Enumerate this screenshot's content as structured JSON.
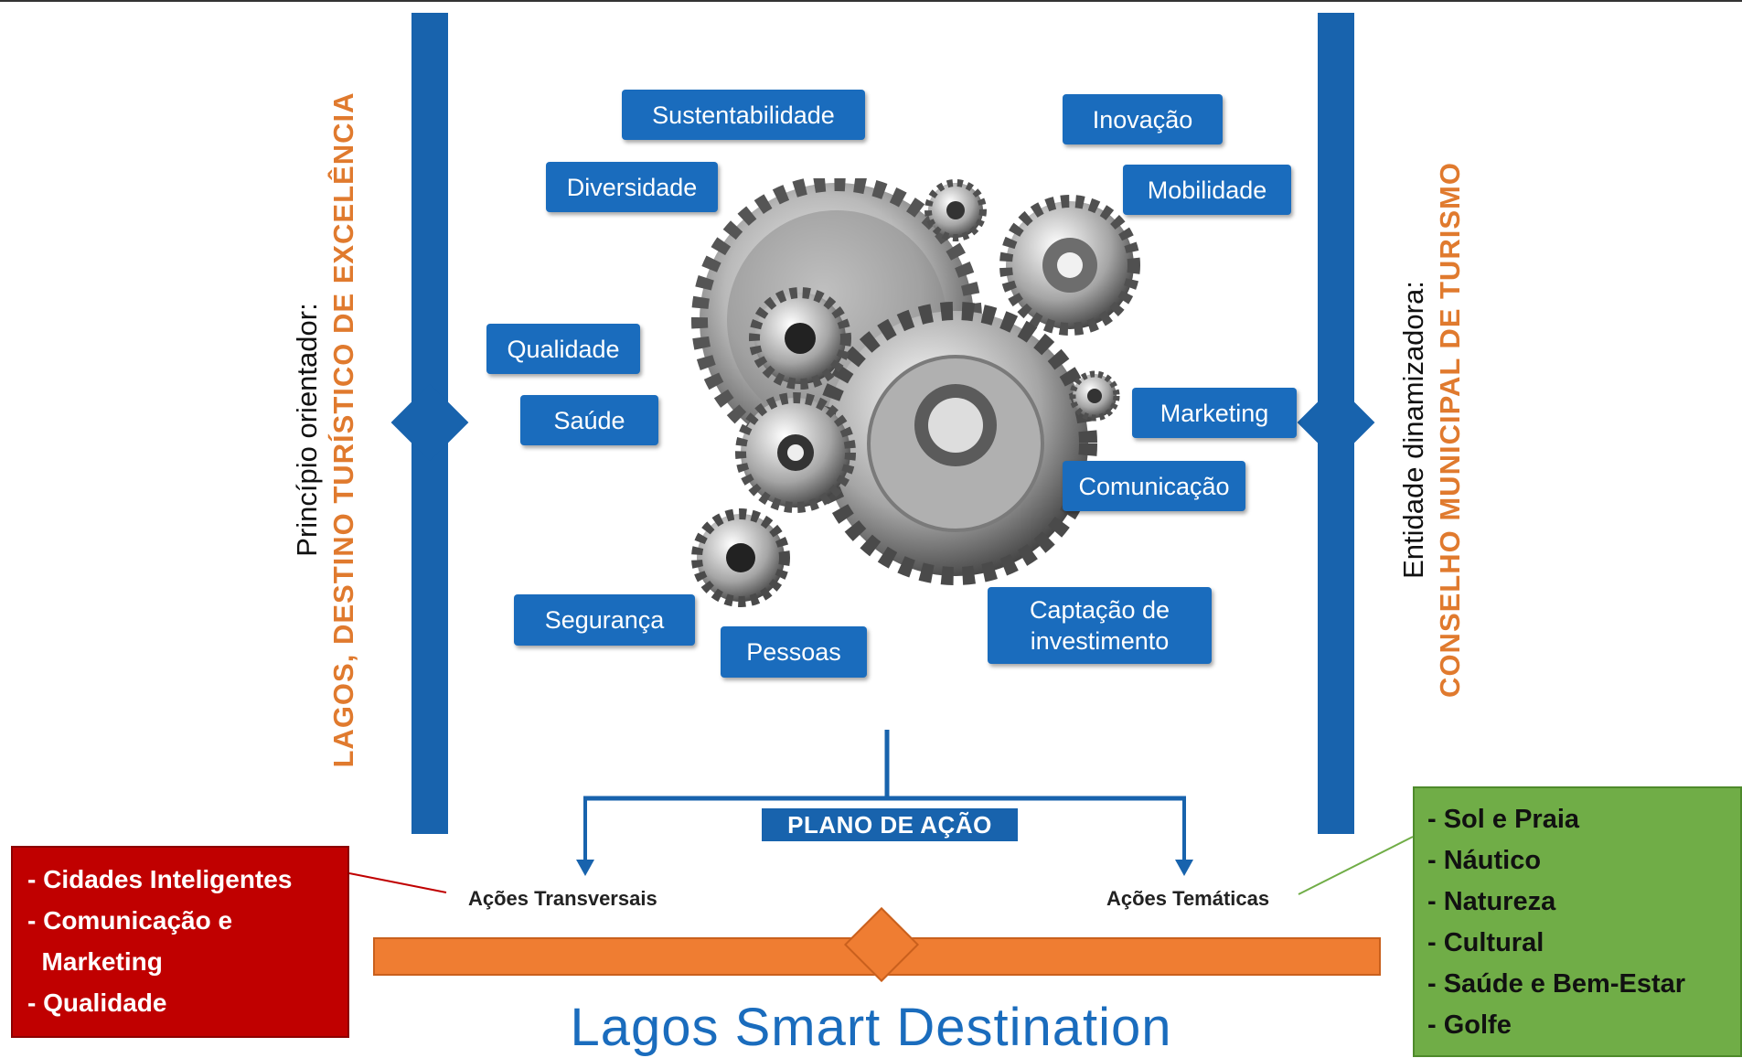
{
  "left_principle": {
    "label": "Princípio orientador:",
    "value_prefix": "LAGOS,",
    "value_rest": " DESTINO TURÍSTICO DE EXCELÊNCIA"
  },
  "right_entity": {
    "label": "Entidade dinamizadora:",
    "value_prefix": "CONSELHO",
    "value_rest": " MUNICIPAL DE TURISMO"
  },
  "themes": [
    "Sustentabilidade",
    "Inovação",
    "Diversidade",
    "Mobilidade",
    "Qualidade",
    "Saúde",
    "Marketing",
    "Comunicação",
    "Segurança",
    "Pessoas",
    "Captação de investimento"
  ],
  "plan": {
    "label": "PLANO DE AÇÃO",
    "transversal": "Ações Transversais",
    "thematic": "Ações Temáticas"
  },
  "brand": "Lagos Smart Destination",
  "transversal_items": [
    "- Cidades Inteligentes",
    "- Comunicação e",
    "  Marketing",
    "- Qualidade"
  ],
  "thematic_items": [
    "- Sol e Praia",
    "- Náutico",
    "- Natureza",
    "- Cultural",
    "- Saúde e Bem-Estar",
    "- Golfe"
  ],
  "colors": {
    "blue": "#1863ad",
    "orange": "#ef7d32",
    "red": "#c00000",
    "green": "#70ad47"
  }
}
